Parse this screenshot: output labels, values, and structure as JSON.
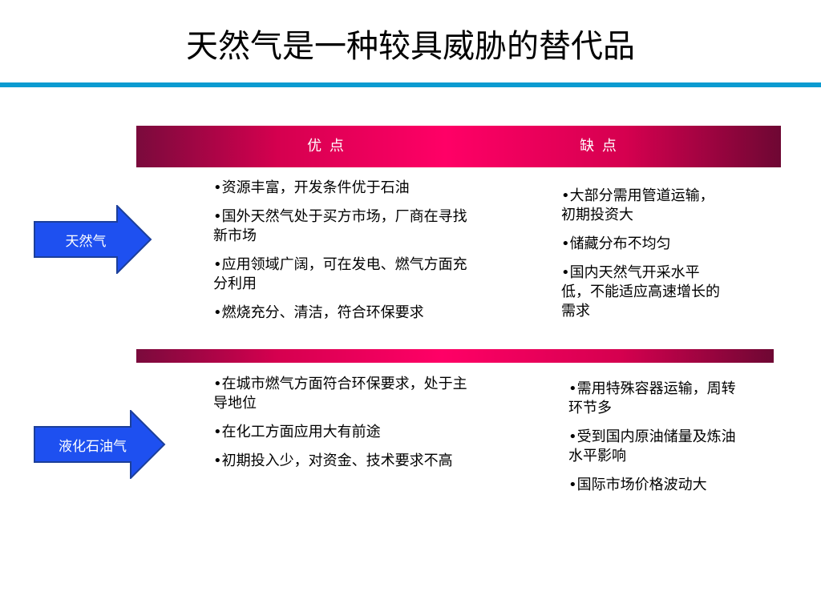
{
  "title": "天然气是一种较具威胁的替代品",
  "headers": {
    "pros": "优 点",
    "cons": "缺 点"
  },
  "colors": {
    "accent_rule": "#0b9bd1",
    "band": "#ff0066",
    "arrow_fill": "#1e50f0",
    "arrow_stroke": "#1c3f9a"
  },
  "rows": [
    {
      "label": "天然气",
      "pros": [
        "资源丰富，开发条件优于石油",
        "国外天然气处于买方市场，厂商在寻找新市场",
        "应用领域广阔，可在发电、燃气方面充分利用",
        "燃烧充分、清洁，符合环保要求"
      ],
      "cons": [
        "大部分需用管道运输，初期投资大",
        "储藏分布不均匀",
        "国内天然气开采水平低，不能适应高速增长的需求"
      ]
    },
    {
      "label": "液化石油气",
      "pros": [
        "在城市燃气方面符合环保要求，处于主导地位",
        "在化工方面应用大有前途",
        "初期投入少，对资金、技术要求不高"
      ],
      "cons": [
        "需用特殊容器运输，周转环节多",
        "受到国内原油储量及炼油水平影响",
        "国际市场价格波动大"
      ]
    }
  ]
}
